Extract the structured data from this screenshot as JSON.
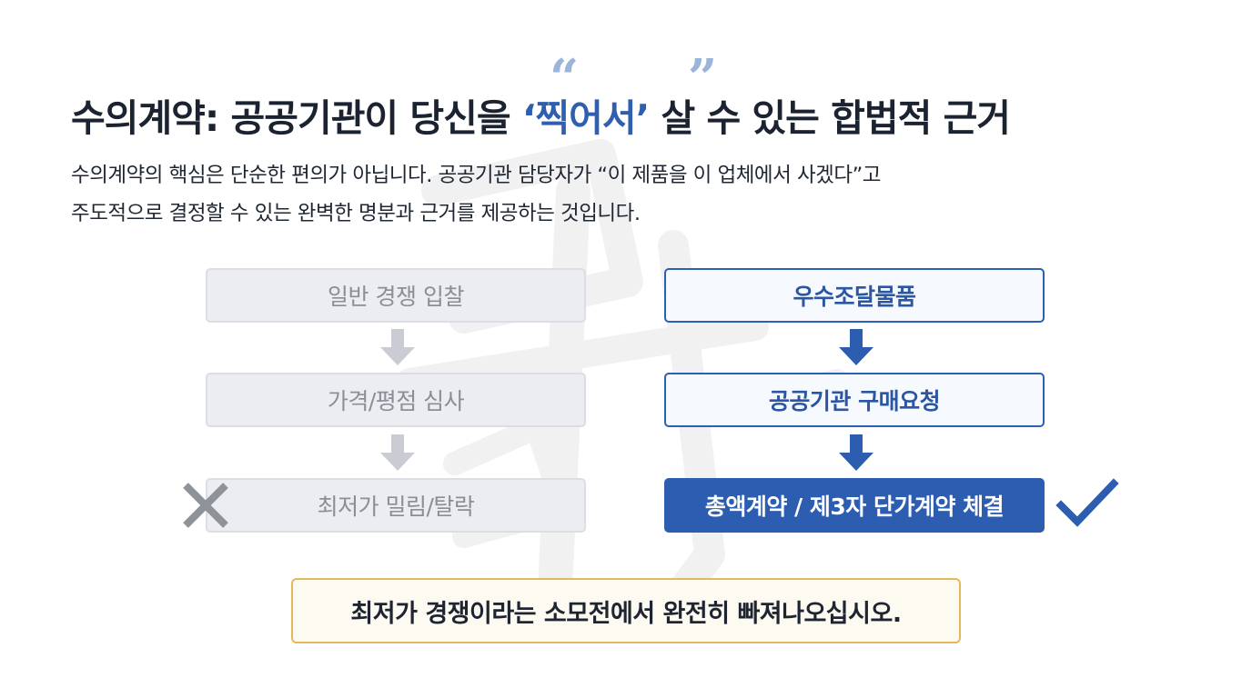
{
  "title": {
    "before": "수의계약: 공공기관이 당신을 ",
    "highlight": "‘찍어서’",
    "after": " 살 수 있는 합법적 근거",
    "quote_open": "“",
    "quote_close": "”"
  },
  "subtitle": {
    "line1": "수의계약의 핵심은 단순한 편의가 아닙니다. 공공기관 담당자가 “이 제품을 이 업체에서 사겠다”고",
    "line2": "주도적으로 결정할 수 있는 완벽한 명분과 근거를 제공하는 것입니다."
  },
  "left_flow": {
    "steps": [
      "일반 경쟁 입찰",
      "가격/평점 심사",
      "최저가 밀림/탈락"
    ],
    "result_icon": "x-mark-icon"
  },
  "right_flow": {
    "steps": [
      "우수조달물품",
      "공공기관 구매요청",
      "총액계약 / 제3자 단가계약 체결"
    ],
    "result_icon": "check-mark-icon"
  },
  "callout": {
    "text": "최저가 경쟁이라는 소모전에서 완전히 빠져나오십시오."
  },
  "colors": {
    "primary_blue": "#2c5db0",
    "gray_box": "#ecedf0",
    "callout_border": "#e6b85c"
  }
}
